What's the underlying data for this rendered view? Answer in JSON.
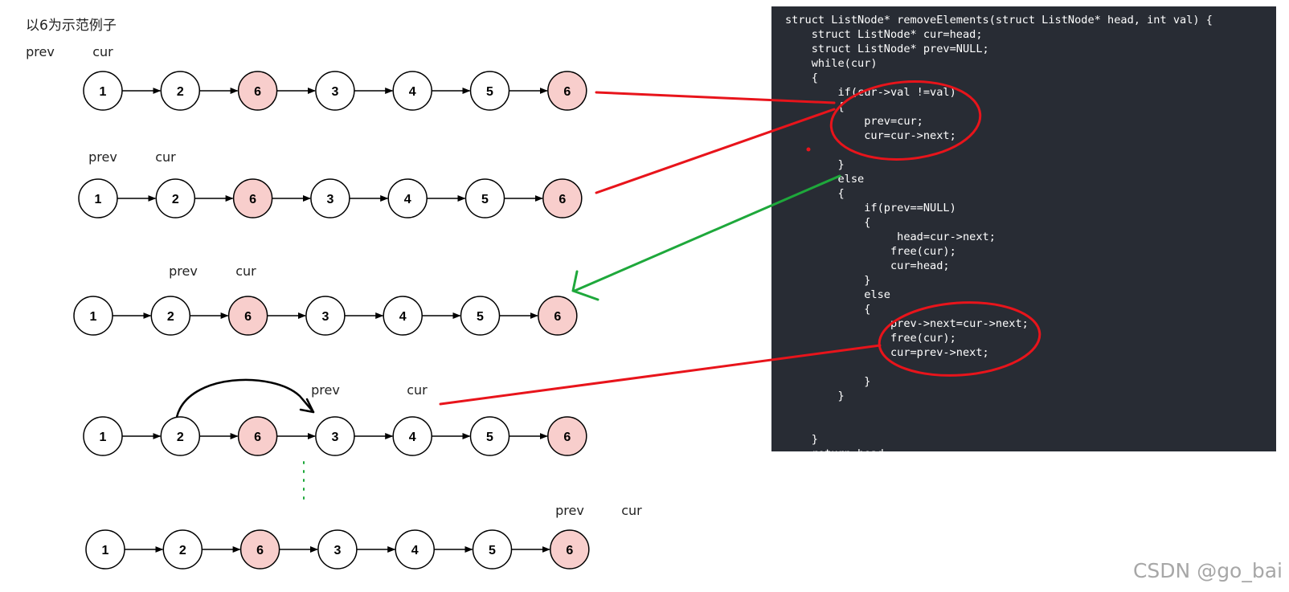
{
  "title": "以6为示范例子",
  "rows": [
    {
      "nodes": [
        "1",
        "2",
        "6",
        "3",
        "4",
        "5",
        "6"
      ],
      "highlight": [
        false,
        false,
        true,
        false,
        false,
        false,
        true
      ],
      "labels": [
        {
          "text": "prev"
        },
        {
          "text": "cur"
        }
      ]
    },
    {
      "nodes": [
        "1",
        "2",
        "6",
        "3",
        "4",
        "5",
        "6"
      ],
      "highlight": [
        false,
        false,
        true,
        false,
        false,
        false,
        true
      ],
      "labels": [
        {
          "text": "prev"
        },
        {
          "text": "cur"
        }
      ]
    },
    {
      "nodes": [
        "1",
        "2",
        "6",
        "3",
        "4",
        "5",
        "6"
      ],
      "highlight": [
        false,
        false,
        true,
        false,
        false,
        false,
        true
      ],
      "labels": [
        {
          "text": "prev"
        },
        {
          "text": "cur"
        }
      ]
    },
    {
      "nodes": [
        "1",
        "2",
        "6",
        "3",
        "4",
        "5",
        "6"
      ],
      "highlight": [
        false,
        false,
        true,
        false,
        false,
        false,
        true
      ],
      "labels": [
        {
          "text": "prev"
        },
        {
          "text": "cur"
        }
      ]
    },
    {
      "nodes": [
        "1",
        "2",
        "6",
        "3",
        "4",
        "5",
        "6"
      ],
      "highlight": [
        false,
        false,
        true,
        false,
        false,
        false,
        true
      ],
      "labels": [
        {
          "text": "prev"
        },
        {
          "text": "cur"
        }
      ]
    }
  ],
  "code_lines": [
    "struct ListNode* removeElements(struct ListNode* head, int val) {",
    "    struct ListNode* cur=head;",
    "    struct ListNode* prev=NULL;",
    "    while(cur)",
    "    {",
    "        if(cur->val !=val)",
    "        {",
    "            prev=cur;",
    "            cur=cur->next;",
    "",
    "        }",
    "        else",
    "        {",
    "            if(prev==NULL)",
    "            {",
    "                 head=cur->next;",
    "                free(cur);",
    "                cur=head;",
    "            }",
    "            else",
    "            {",
    "                prev->next=cur->next;",
    "                free(cur);",
    "                cur=prev->next;",
    "",
    "            }",
    "        }",
    "",
    "",
    "    }",
    "    return head;"
  ],
  "watermark": "CSDN @go_bai",
  "colors": {
    "node_fill": "#ffffff",
    "node_highlight": "#f8cecc",
    "node_stroke": "#000000",
    "annotation_red": "#e8141b",
    "annotation_green": "#1ea83b",
    "code_bg": "#282c34",
    "code_text": "#ffffff"
  }
}
